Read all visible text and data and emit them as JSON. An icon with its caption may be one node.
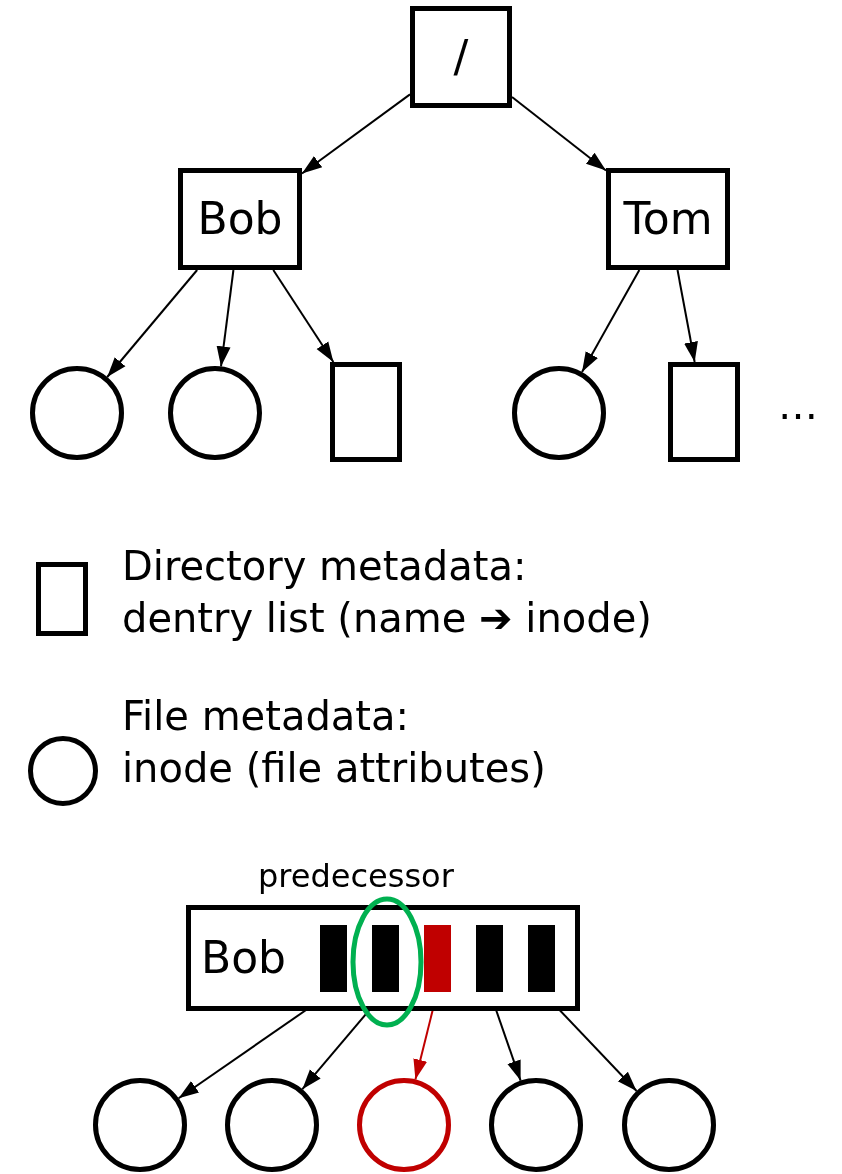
{
  "diagram": {
    "nodes": [
      {
        "text": [
          "/"
        ]
      },
      {
        "text": [
          "Bob"
        ]
      },
      {
        "text": [
          "Tom"
        ]
      },
      {
        "text": [],
        "shape": "circle"
      },
      {
        "text": [],
        "shape": "circle"
      },
      {
        "text": [],
        "shape": "box"
      },
      {
        "text": [],
        "shape": "circle"
      },
      {
        "text": [],
        "shape": "box"
      },
      {
        "text": [
          "Bob"
        ]
      },
      {
        "text": [],
        "shape": "bar",
        "in": 8
      },
      {
        "text": [],
        "shape": "bar",
        "in": 8
      },
      {
        "text": [],
        "shape": "bar",
        "in": 8
      },
      {
        "text": [],
        "shape": "bar",
        "in": 8
      },
      {
        "text": [],
        "shape": "bar",
        "in": 8
      },
      {
        "text": [],
        "shape": "circle"
      },
      {
        "text": [],
        "shape": "circle"
      },
      {
        "text": [],
        "shape": "circle"
      },
      {
        "text": [],
        "shape": "circle"
      },
      {
        "text": [],
        "shape": "circle"
      }
    ],
    "edges": [
      {
        "from": 0,
        "to": 1,
        "arrow": "to"
      },
      {
        "from": 0,
        "to": 2,
        "arrow": "to"
      },
      {
        "from": 1,
        "to": 3,
        "arrow": "to"
      },
      {
        "from": 1,
        "to": 4,
        "arrow": "to"
      },
      {
        "from": 1,
        "to": 5,
        "arrow": "to"
      },
      {
        "from": 2,
        "to": 6,
        "arrow": "to"
      },
      {
        "from": 2,
        "to": 7,
        "arrow": "to"
      },
      {
        "from": 9,
        "to": 14,
        "arrow": "to"
      },
      {
        "from": 10,
        "to": 15,
        "arrow": "to"
      },
      {
        "from": 11,
        "to": 16,
        "arrow": "to",
        "color": "#c00000"
      },
      {
        "from": 12,
        "to": 17,
        "arrow": "to"
      },
      {
        "from": 13,
        "to": 18,
        "arrow": "to"
      }
    ],
    "labels": [
      "…",
      "predecessor"
    ],
    "legend": [
      {
        "text": "Directory metadata: dentry list (name ➔ inode)"
      },
      {
        "text": "File metadata: inode (file attributes)"
      }
    ]
  }
}
